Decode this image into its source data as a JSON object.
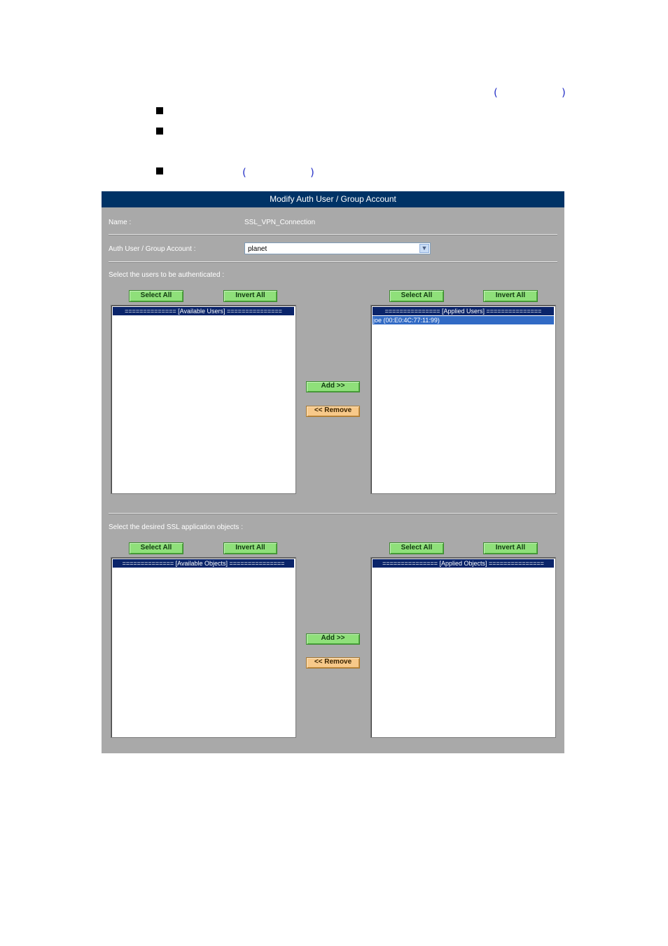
{
  "doc": {
    "paren_open": "(",
    "paren_close": ")"
  },
  "panel": {
    "title": "Modify Auth User / Group Account",
    "name_label": "Name :",
    "name_value": "SSL_VPN_Connection",
    "account_label": "Auth User / Group Account :",
    "account_value": "planet",
    "users_section_label": "Select the users to be authenticated :",
    "objects_section_label": "Select the desired SSL application objects :",
    "select_all": "Select All",
    "invert_all": "Invert All",
    "add": "Add >>",
    "remove": "<< Remove",
    "available_users_header": "============== [Available Users] ===============",
    "applied_users_header": "=============== [Applied Users] ===============",
    "applied_users": [
      "joe (00:E0:4C:77:11:99)"
    ],
    "available_objects_header": "============== [Available Objects] ===============",
    "applied_objects_header": "=============== [Applied Objects] ===============",
    "select_arrow": "▼"
  }
}
